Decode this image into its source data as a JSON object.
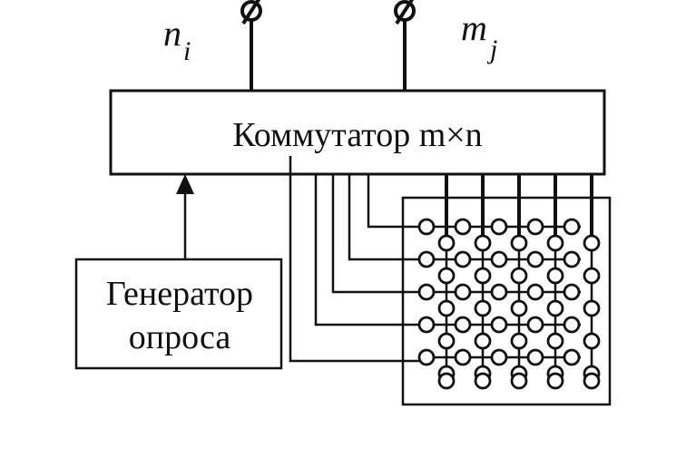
{
  "diagram": {
    "inputs": {
      "left_label": "n",
      "left_sub": "i",
      "right_label": "m",
      "right_sub": "j"
    },
    "switch_box": {
      "label": "Коммутатор m×n"
    },
    "generator_box": {
      "line1": "Генератор",
      "line2": "опроса"
    },
    "matrix": {
      "rows": 5,
      "columns": 5
    },
    "colors": {
      "ink": "#111111",
      "background": "#ffffff"
    }
  }
}
